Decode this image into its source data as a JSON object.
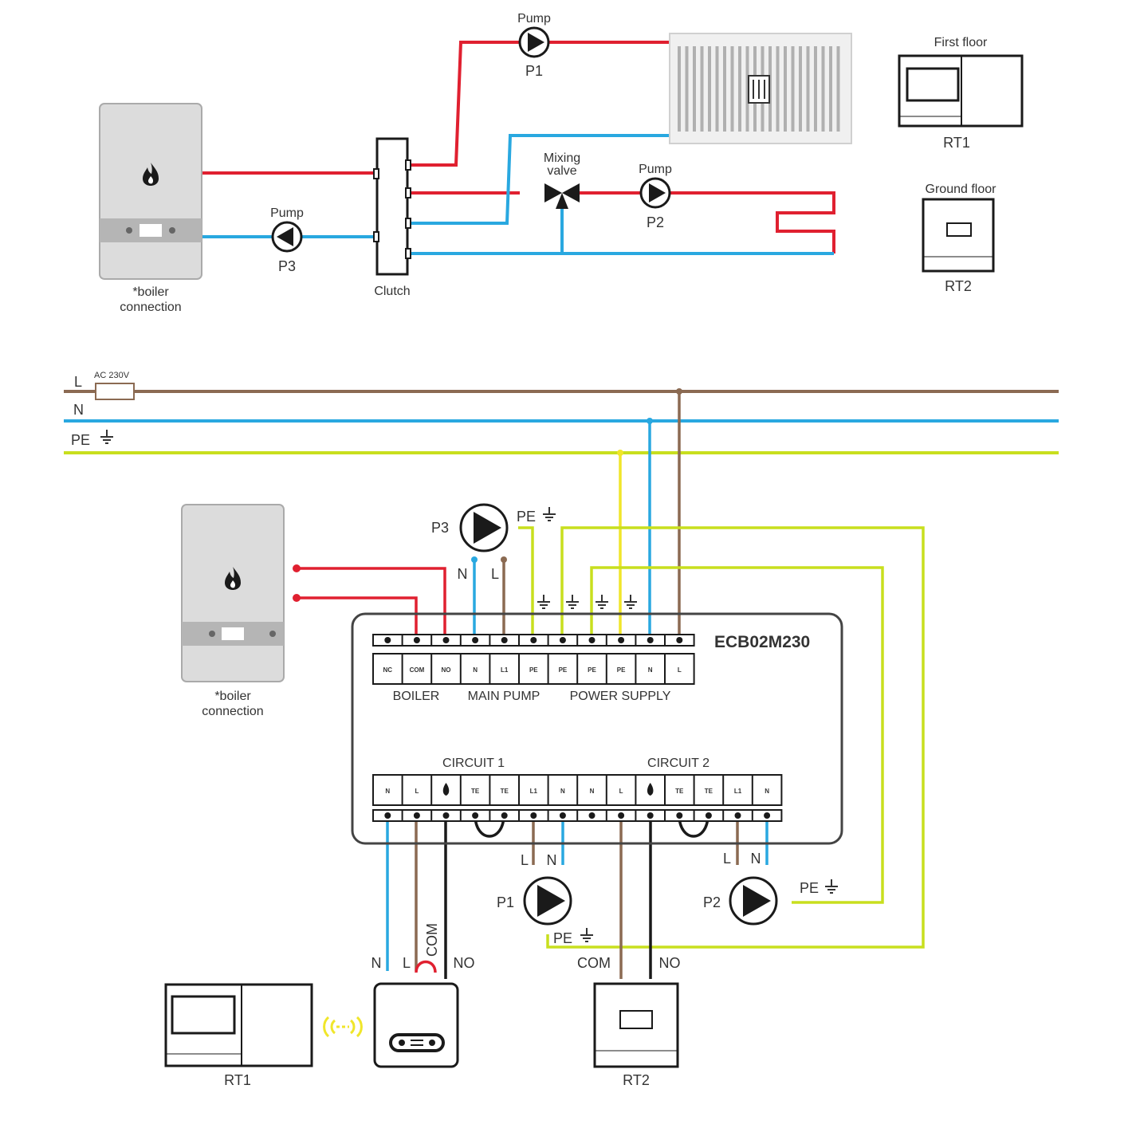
{
  "hydraulic": {
    "pump_p1": {
      "caption": "Pump",
      "id": "P1"
    },
    "pump_p2": {
      "caption": "Pump",
      "id": "P2"
    },
    "pump_p3": {
      "caption": "Pump",
      "id": "P3"
    },
    "mixing_valve": {
      "line1": "Mixing",
      "line2": "valve"
    },
    "clutch": "Clutch",
    "boiler": {
      "line1": "*boiler",
      "line2": "connection"
    },
    "rt1": {
      "caption": "First floor",
      "id": "RT1"
    },
    "rt2": {
      "caption": "Ground floor",
      "id": "RT2"
    }
  },
  "electrical": {
    "bus": {
      "l": "L",
      "n": "N",
      "pe": "PE",
      "fuse": "AC 230V"
    },
    "controller_model": "ECB02M230",
    "top_terminals": [
      "NC",
      "COM",
      "NO",
      "N",
      "L1",
      "PE",
      "PE",
      "PE",
      "PE",
      "N",
      "L"
    ],
    "group_labels": {
      "boiler": "BOILER",
      "main_pump": "MAIN PUMP",
      "power_supply": "POWER SUPPLY"
    },
    "bottom_terminals": [
      "N",
      "L",
      "",
      "TE",
      "TE",
      "L1",
      "N",
      "N",
      "L",
      "",
      "TE",
      "TE",
      "L1",
      "N"
    ],
    "circuit_labels": {
      "c1": "CIRCUIT 1",
      "c2": "CIRCUIT 2"
    },
    "boiler": {
      "line1": "*boiler",
      "line2": "connection"
    },
    "p3": {
      "id": "P3",
      "n": "N",
      "l": "L",
      "pe": "PE"
    },
    "p1": {
      "id": "P1",
      "n": "N",
      "l": "L",
      "pe": "PE"
    },
    "p2": {
      "id": "P2",
      "n": "N",
      "l": "L",
      "pe": "PE"
    },
    "rt_module": {
      "n": "N",
      "l": "L",
      "com": "COM",
      "no": "NO"
    },
    "rt2_wires": {
      "com": "COM",
      "no": "NO"
    },
    "rt1_id": "RT1",
    "rt2_id": "RT2"
  },
  "colors": {
    "red": "#e02030",
    "blue": "#29a8e0",
    "brown": "#8b6a52",
    "green": "#c8df1e",
    "yellow": "#f0e62a",
    "black": "#1a1a1a"
  }
}
